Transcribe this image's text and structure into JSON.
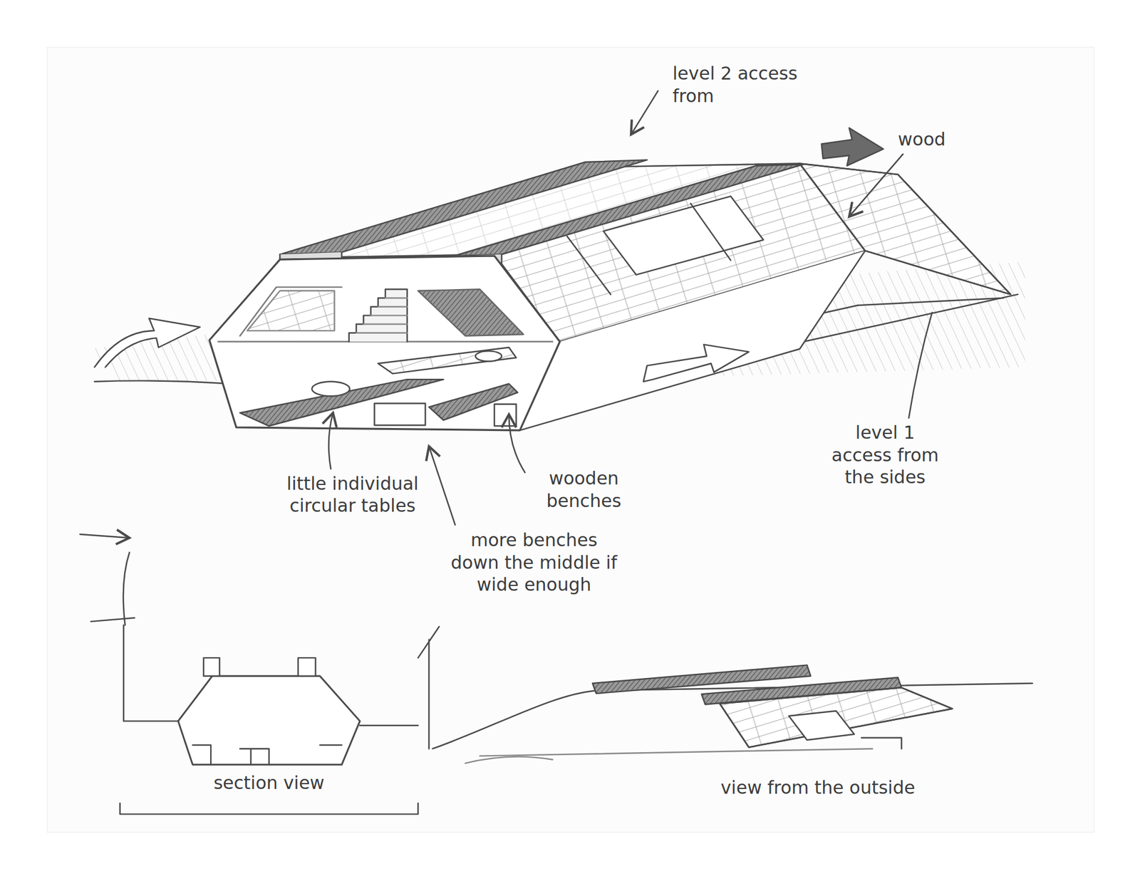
{
  "diagram": {
    "labels": [
      "level 2 access from",
      "wood",
      "little individual circular tables",
      "more benches down the middle if wide enough",
      "wooden benches",
      "level 1 access from the sides",
      "section view",
      "view from the outside"
    ]
  }
}
